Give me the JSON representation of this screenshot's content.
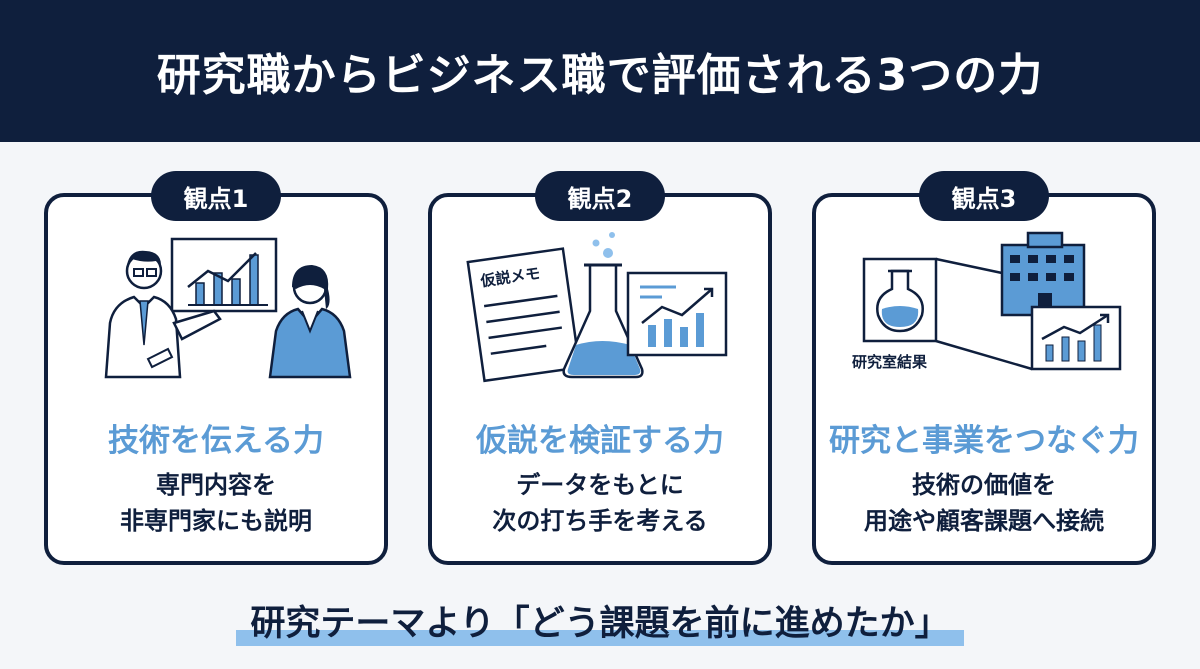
{
  "header": {
    "title": "研究職からビジネス職で評価される3つの力"
  },
  "cards": [
    {
      "badge": "観点1",
      "title": "技術を伝える力",
      "desc": [
        "専門内容を",
        "非専門家にも説明"
      ]
    },
    {
      "badge": "観点2",
      "title": "仮説を検証する力",
      "desc": [
        "データをもとに",
        "次の打ち手を考える"
      ],
      "memo_label": "仮説メモ"
    },
    {
      "badge": "観点3",
      "title": "研究と事業をつなぐ力",
      "desc": [
        "技術の価値を",
        "用途や顧客課題へ接続"
      ],
      "lab_label": "研究室結果"
    }
  ],
  "footer": {
    "text": "研究テーマより「どう課題を前に進めたか」"
  },
  "colors": {
    "navy": "#0f1f3d",
    "accent_blue": "#5b9bd5",
    "highlight": "#8fc0ec"
  }
}
